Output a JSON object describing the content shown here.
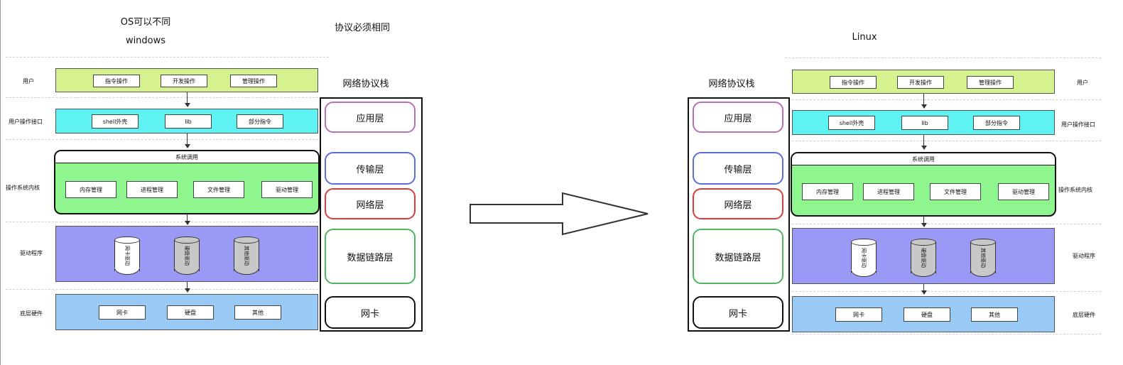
{
  "left": {
    "title1": "OS可以不同",
    "title2": "windows",
    "labels": {
      "user": "用户",
      "api": "用户操作接口",
      "kernel": "操作系统内核",
      "driver": "驱动程序",
      "hardware": "底层硬件"
    }
  },
  "right": {
    "title": "Linux",
    "labels": {
      "user": "用户",
      "api": "用户操作接口",
      "kernel": "操作系统内核",
      "driver": "驱动程序",
      "hardware": "底层硬件"
    }
  },
  "common": {
    "protocol_same": "协议必须相同",
    "stack_title": "网络协议栈",
    "user_boxes": [
      "指令操作",
      "开发操作",
      "管理操作"
    ],
    "api_boxes": [
      "shell外壳",
      "lib",
      "部分指令"
    ],
    "kernel_caption": "系统调用",
    "kernel_boxes": [
      "内存管理",
      "进程管理",
      "文件管理",
      "驱动管理"
    ],
    "driver_cyls": [
      "网卡驱动",
      "硬盘驱动",
      "其他驱动"
    ],
    "hw_boxes": [
      "网卡",
      "硬盘",
      "其他"
    ],
    "stack_layers": [
      "应用层",
      "传输层",
      "网络层",
      "数据链路层",
      "网卡"
    ]
  },
  "colors": {
    "user_band": "#d6f28f",
    "api_band": "#5ef2f2",
    "kernel_band": "#8ef58f",
    "driver_band": "#9a99f5",
    "hw_band": "#99c9f5",
    "app_layer": "#b86fb8",
    "transport_layer": "#5b6ed6",
    "network_layer": "#e03b3b",
    "datalink_layer": "#4fb55f",
    "nic_layer": "#111111"
  }
}
